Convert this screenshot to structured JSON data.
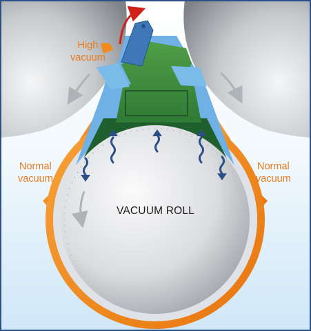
{
  "labels": {
    "high_vacuum": [
      "High",
      "vacuum"
    ],
    "normal_vacuum_left": [
      "Normal",
      "vacuum"
    ],
    "normal_vacuum_right": [
      "Normal",
      "vacuum"
    ],
    "vacuum_roll": "VACUUM ROLL"
  },
  "colors": {
    "background_top": "#ffffff",
    "background_bottom": "#cfe7f7",
    "frame_border": "#2c4f86",
    "roll_light": "#f2f3f4",
    "roll_dark": "#8c9096",
    "housing_orange": "#f28a1c",
    "vacuum_blue": "#6fb1e5",
    "green_dark": "#1f5f2e",
    "green_light": "#4b9a45",
    "lever_blue": "#3e78b8",
    "rotation_arrow_red": "#d0201a",
    "airflow_arrow": "#2c4f86",
    "label_orange": "#e87b1e"
  },
  "icons": [
    "rotation-arrow-icon",
    "airflow-arrow-icon",
    "motion-arrow-icon"
  ]
}
